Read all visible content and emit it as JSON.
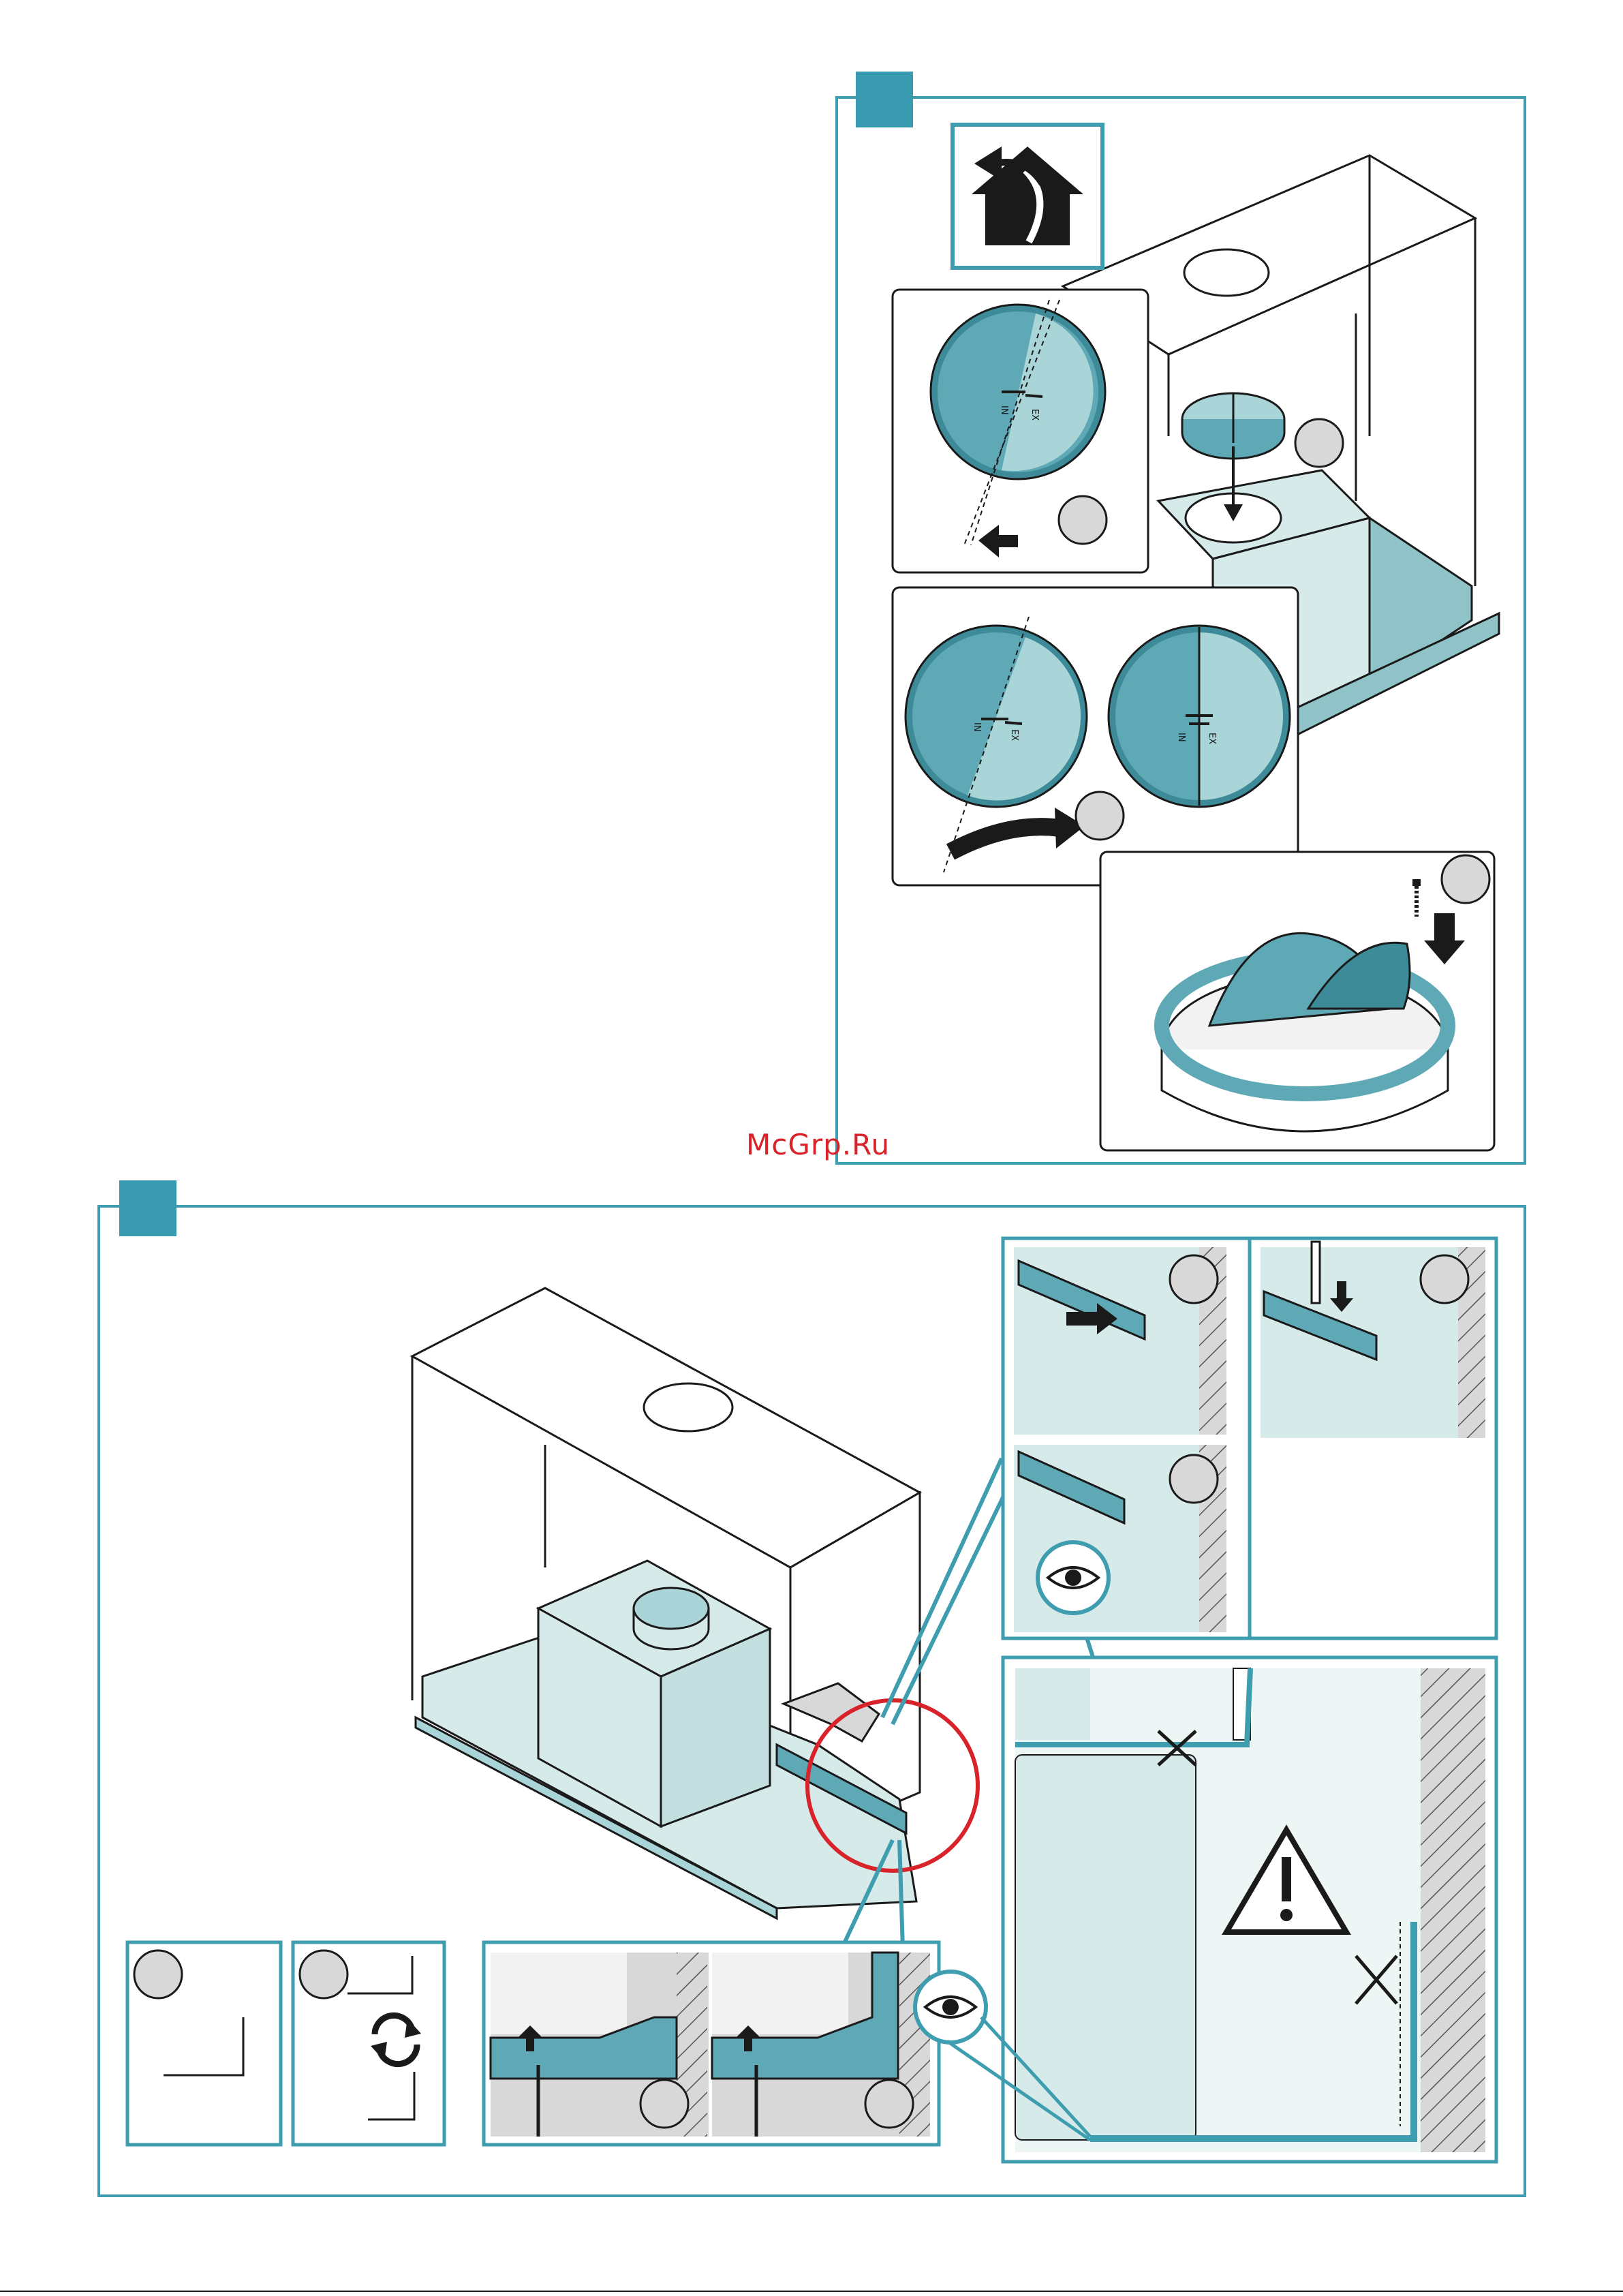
{
  "watermark": "McGrp.Ru",
  "disc_labels": {
    "left": "IN",
    "right": "EX"
  },
  "colors": {
    "frame": "#3f9db0",
    "step_badge": "#3a9bb0",
    "part_dark": "#5fa8b5",
    "part_light": "#a9d4d8",
    "panel_tint": "#d6eaea",
    "wall_gray": "#d8d8d8",
    "highlight_circle": "#d8232a",
    "outline": "#1a1a1a"
  },
  "icons": [
    "ducted-installation-house-icon",
    "eye-icon",
    "warning-triangle-icon",
    "cross-mark-icon",
    "rotate-arrows-icon",
    "arrow-left-icon",
    "arrow-curved-icon",
    "arrow-down-icon",
    "screwdriver-icon",
    "screw-icon"
  ]
}
